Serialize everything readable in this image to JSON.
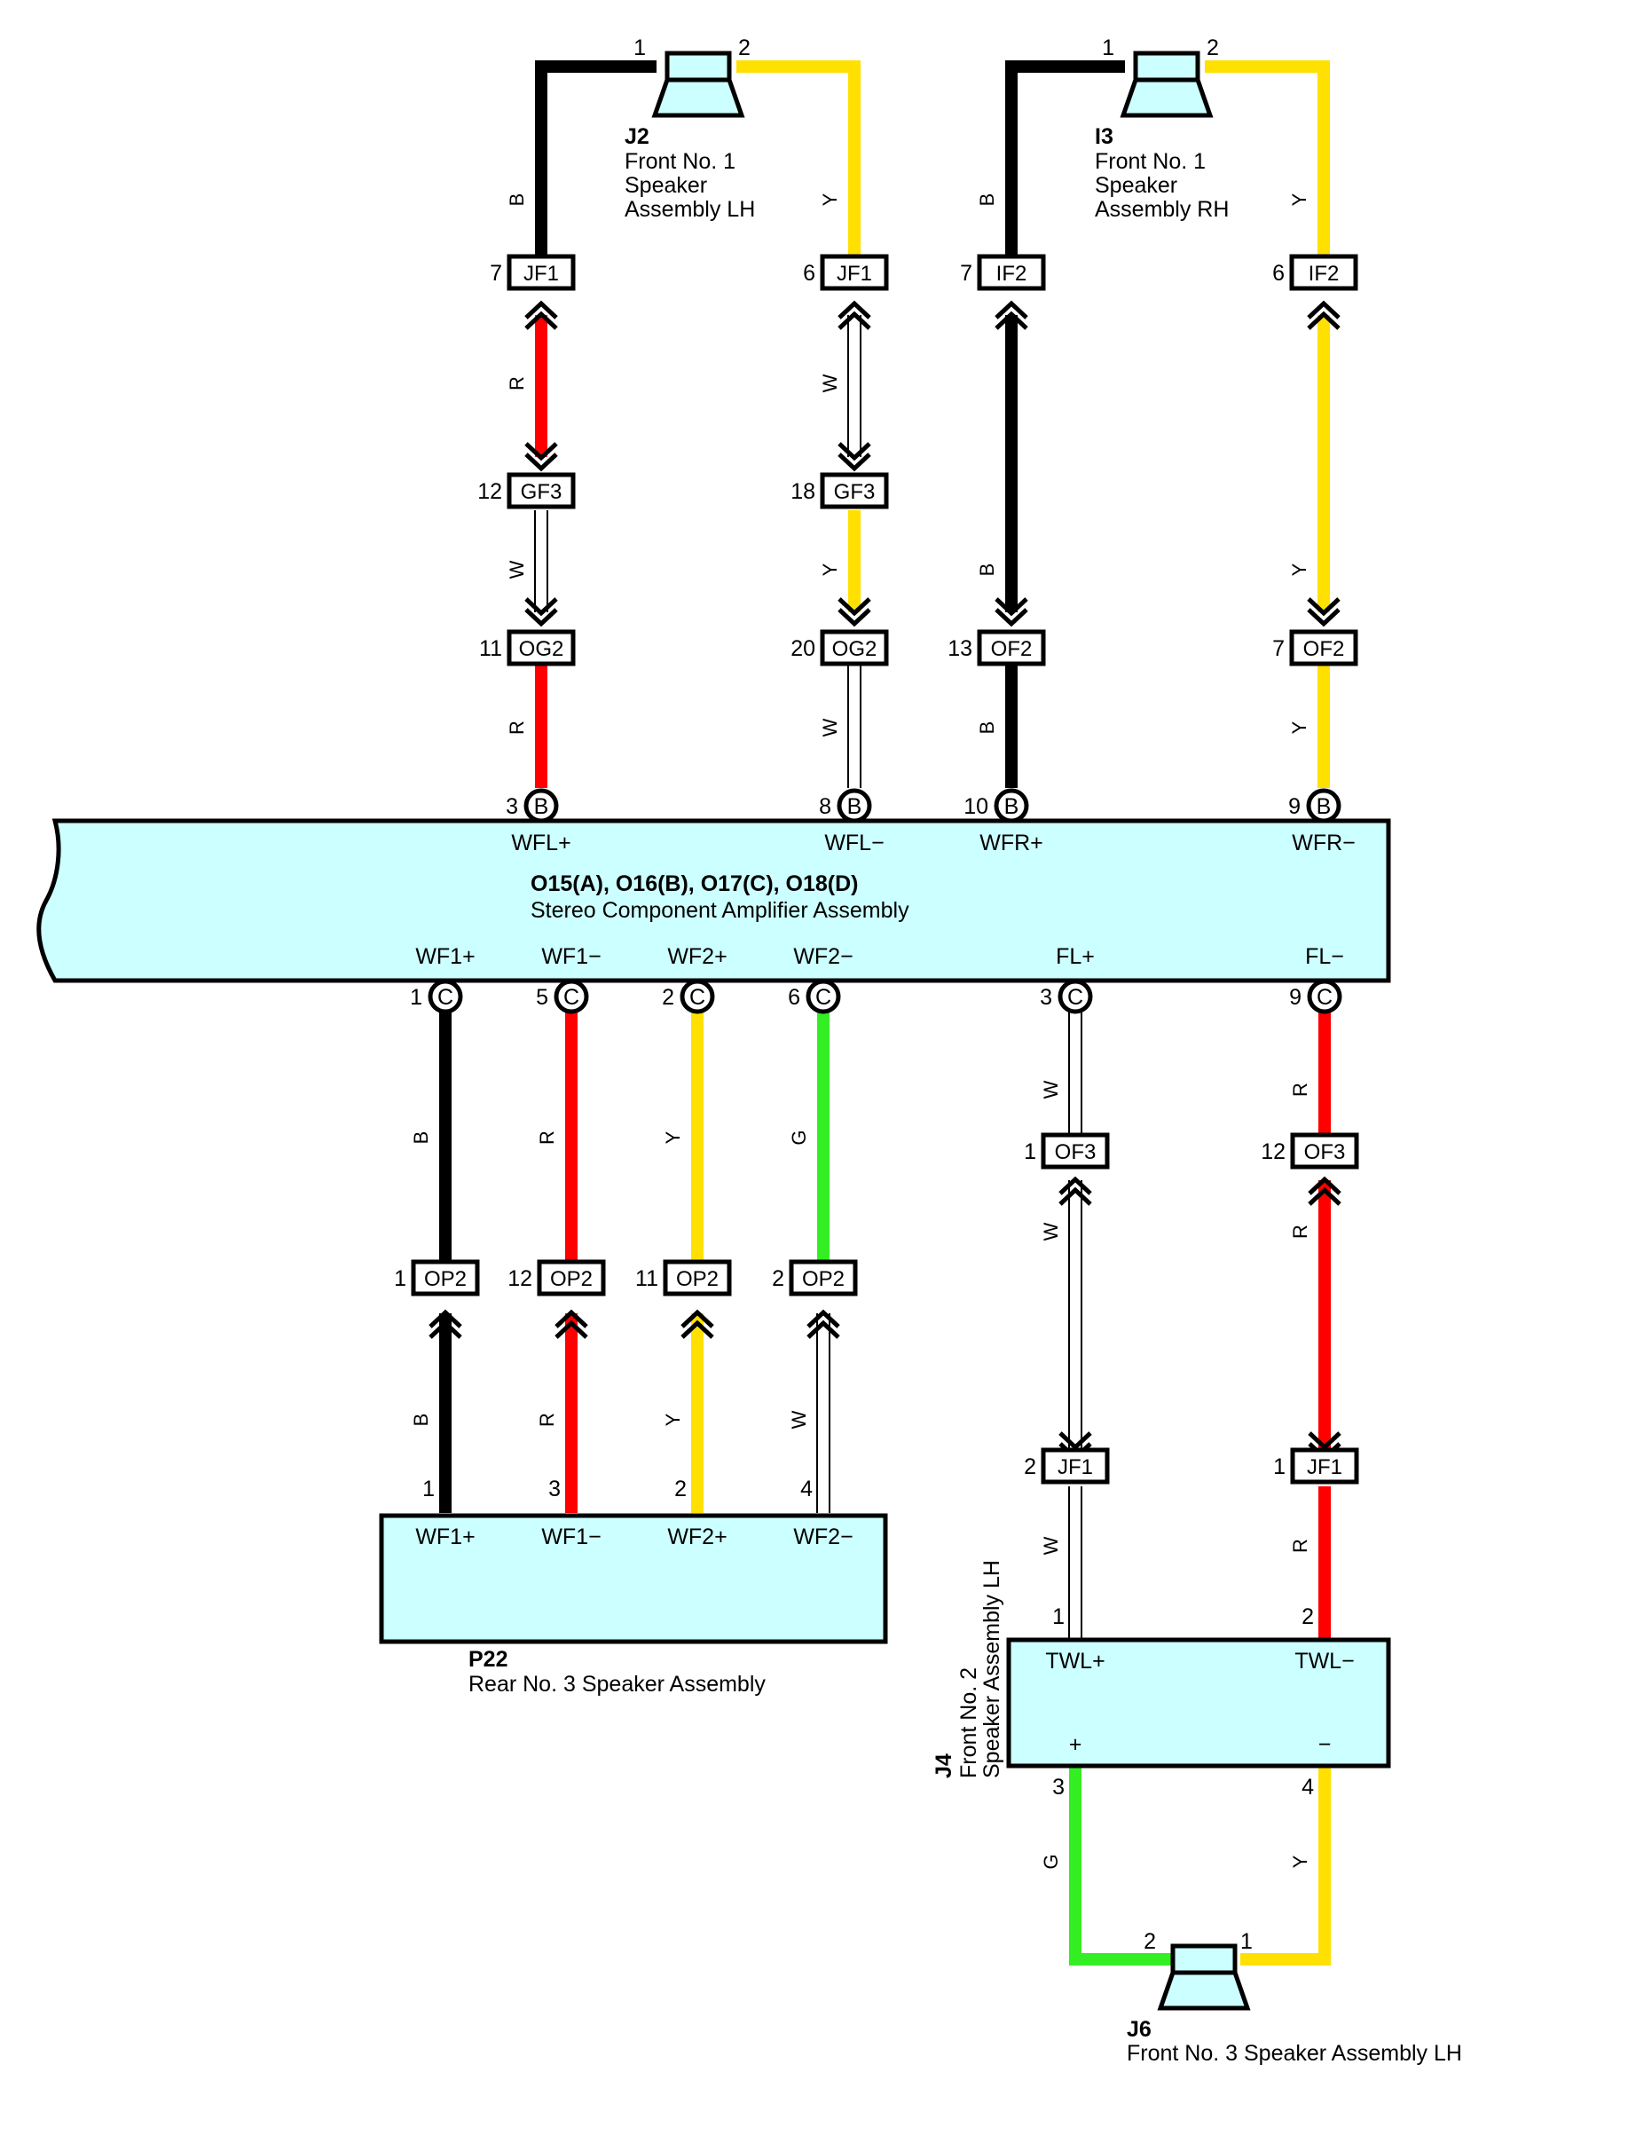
{
  "colors": {
    "B": "#000000",
    "R": "#ff0000",
    "Y": "#ffe000",
    "W": "#ffffff",
    "G": "#33ee22",
    "box_fill": "#ccffff",
    "outline": "#000000"
  },
  "components": {
    "speaker_j2": {
      "code": "J2",
      "name_lines": [
        "Front No.  1",
        "Speaker",
        "Assembly LH"
      ],
      "pin1": "1",
      "pin2": "2"
    },
    "speaker_i3": {
      "code": "I3",
      "name_lines": [
        "Front No.  1",
        "Speaker",
        "Assembly RH"
      ],
      "pin1": "1",
      "pin2": "2"
    },
    "amplifier": {
      "code_line": "O15(A), O16(B), O17(C), O18(D)",
      "name": "Stereo Component Amplifier Assembly",
      "top_terminals": [
        {
          "id": "wfl_plus",
          "label": "WFL+",
          "pin": "3",
          "letter": "B"
        },
        {
          "id": "wfl_minus",
          "label": "WFL−",
          "pin": "8",
          "letter": "B"
        },
        {
          "id": "wfr_plus",
          "label": "WFR+",
          "pin": "10",
          "letter": "B"
        },
        {
          "id": "wfr_minus",
          "label": "WFR−",
          "pin": "9",
          "letter": "B"
        }
      ],
      "bottom_terminals": [
        {
          "id": "wf1_plus",
          "label": "WF1+",
          "pin": "1",
          "letter": "C"
        },
        {
          "id": "wf1_minus",
          "label": "WF1−",
          "pin": "5",
          "letter": "C"
        },
        {
          "id": "wf2_plus",
          "label": "WF2+",
          "pin": "2",
          "letter": "C"
        },
        {
          "id": "wf2_minus",
          "label": "WF2−",
          "pin": "6",
          "letter": "C"
        },
        {
          "id": "fl_plus",
          "label": "FL+",
          "pin": "3",
          "letter": "C"
        },
        {
          "id": "fl_minus",
          "label": "FL−",
          "pin": "9",
          "letter": "C"
        }
      ]
    },
    "rear_speaker_p22": {
      "code": "P22",
      "name": "Rear No.  3 Speaker Assembly",
      "terminals": [
        {
          "label": "WF1+",
          "pin": "1"
        },
        {
          "label": "WF1−",
          "pin": "3"
        },
        {
          "label": "WF2+",
          "pin": "2"
        },
        {
          "label": "WF2−",
          "pin": "4"
        }
      ]
    },
    "front_speaker_j4": {
      "code": "J4",
      "name_lines": [
        "Front No. 2",
        "Speaker Assembly LH"
      ],
      "terminals": [
        {
          "label": "TWL+",
          "pin": "1",
          "sub": "+",
          "pin_below": "3"
        },
        {
          "label": "TWL−",
          "pin": "2",
          "sub": "−",
          "pin_below": "4"
        }
      ]
    },
    "speaker_j6": {
      "code": "J6",
      "name": "Front No.  3 Speaker Assembly LH",
      "pin1": "1",
      "pin2": "2"
    }
  },
  "connectors": {
    "jf1_7": {
      "name": "JF1",
      "pin": "7"
    },
    "jf1_6": {
      "name": "JF1",
      "pin": "6"
    },
    "if2_7": {
      "name": "IF2",
      "pin": "7"
    },
    "if2_6": {
      "name": "IF2",
      "pin": "6"
    },
    "gf3_12": {
      "name": "GF3",
      "pin": "12"
    },
    "gf3_18": {
      "name": "GF3",
      "pin": "18"
    },
    "og2_11": {
      "name": "OG2",
      "pin": "11"
    },
    "og2_20": {
      "name": "OG2",
      "pin": "20"
    },
    "of2_13": {
      "name": "OF2",
      "pin": "13"
    },
    "of2_7": {
      "name": "OF2",
      "pin": "7"
    },
    "of3_1": {
      "name": "OF3",
      "pin": "1"
    },
    "of3_12": {
      "name": "OF3",
      "pin": "12"
    },
    "op2_1": {
      "name": "OP2",
      "pin": "1"
    },
    "op2_12": {
      "name": "OP2",
      "pin": "12"
    },
    "op2_11": {
      "name": "OP2",
      "pin": "11"
    },
    "op2_2": {
      "name": "OP2",
      "pin": "2"
    },
    "jf1_2": {
      "name": "JF1",
      "pin": "2"
    },
    "jf1_1": {
      "name": "JF1",
      "pin": "1"
    }
  },
  "wire_codes": {
    "c1_top": "B",
    "c1_mid": "R",
    "c1_low": "W",
    "c1_bot": "R",
    "c2_top": "Y",
    "c2_mid": "W",
    "c2_low": "Y",
    "c2_bot": "W",
    "c3_top": "B",
    "c3_low": "B",
    "c3_bot": "B",
    "c4_top": "Y",
    "c4_low": "Y",
    "c4_bot": "Y",
    "r1_top": "B",
    "r1_bot": "B",
    "r2_top": "R",
    "r2_bot": "R",
    "r3_top": "Y",
    "r3_bot": "Y",
    "r4_top": "G",
    "r4_bot": "W",
    "fl_top": "W",
    "fl_mid": "W",
    "fl_bot": "W",
    "flm_top": "R",
    "flm_mid": "R",
    "flm_bot": "R",
    "j6_left": "G",
    "j6_right": "Y"
  }
}
